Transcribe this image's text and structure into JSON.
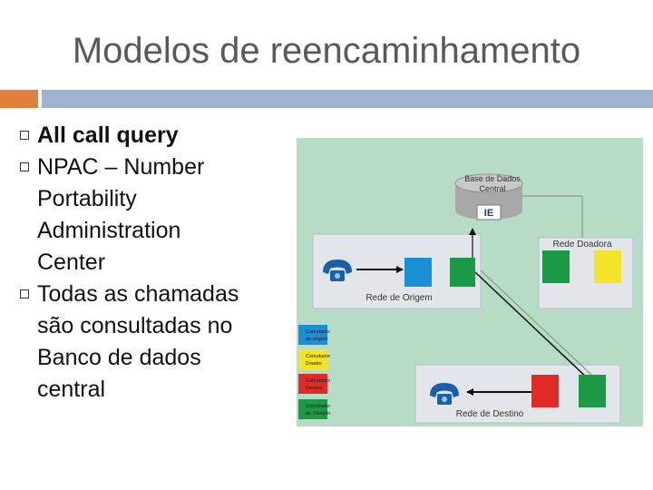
{
  "slide": {
    "title": "Modelos de reencaminhamento",
    "bullets": [
      {
        "text": "All call query",
        "bold": true
      },
      {
        "text": "NPAC – Number Portability Administration Center",
        "bold": false
      },
      {
        "text": "Todas as chamadas são consultadas no Banco de dados central",
        "bold": false
      }
    ]
  },
  "diagram": {
    "database_label_line1": "Base de Dados",
    "database_label_line2": "Central",
    "database_tag": "IE",
    "donor_network_label": "Rede Doadora",
    "origin_network_label": "Rede de Origem",
    "destination_network_label": "Rede de Destino",
    "legend": [
      {
        "line1": "Comutador",
        "line2": "de origem",
        "color": "#1a8fd6"
      },
      {
        "line1": "Comutador",
        "line2": "Doador",
        "color": "#f2e22a"
      },
      {
        "line1": "Comutador",
        "line2": "Destino",
        "color": "#e02a26"
      },
      {
        "line1": "Comutador",
        "line2": "de Trânsito",
        "color": "#1a9a46"
      }
    ],
    "colors": {
      "background": "#b6dcc6",
      "panel": "#e2e6ea",
      "blue_switch": "#1a8fd6",
      "green_switch": "#1a9a46",
      "red_switch": "#e02a26",
      "yellow_switch": "#f2e22a"
    }
  }
}
